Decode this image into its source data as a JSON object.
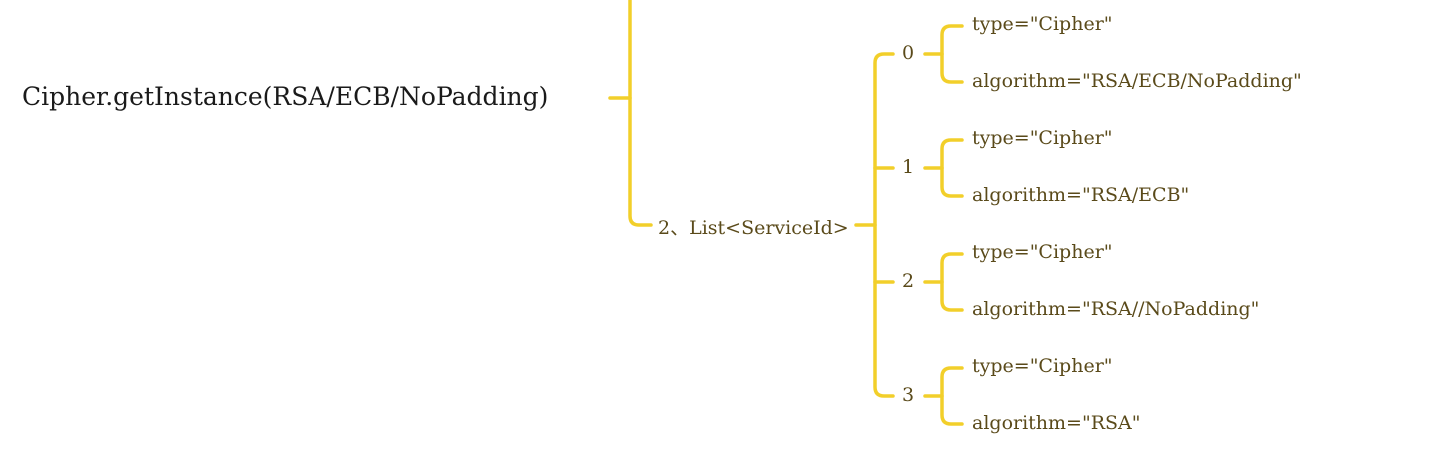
{
  "root": {
    "label": "Cipher.getInstance(RSA/ECB/NoPadding)"
  },
  "branch": {
    "label": "2、List<ServiceId>"
  },
  "nodes": [
    {
      "index": "0",
      "type": "type=\"Cipher\"",
      "algorithm": "algorithm=\"RSA/ECB/NoPadding\""
    },
    {
      "index": "1",
      "type": "type=\"Cipher\"",
      "algorithm": "algorithm=\"RSA/ECB\""
    },
    {
      "index": "2",
      "type": "type=\"Cipher\"",
      "algorithm": "algorithm=\"RSA//NoPadding\""
    },
    {
      "index": "3",
      "type": "type=\"Cipher\"",
      "algorithm": "algorithm=\"RSA\""
    }
  ],
  "colors": {
    "connector": "#f2cf2a",
    "text": "#5a4a1a",
    "root_text": "#1a1a1a"
  }
}
